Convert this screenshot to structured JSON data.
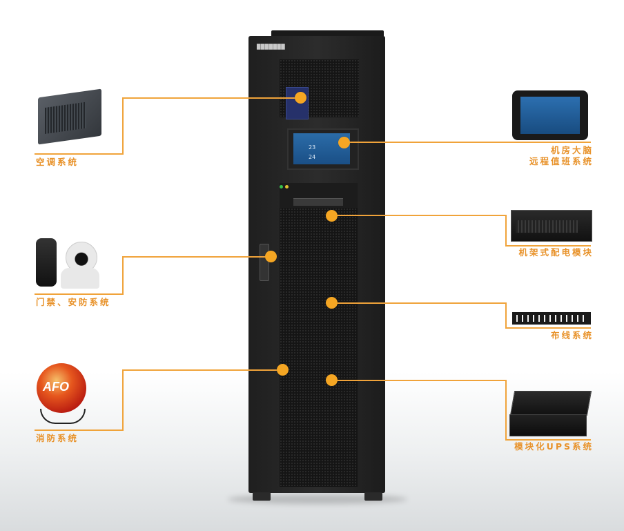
{
  "cabinet": {
    "brand": "███████"
  },
  "screen": {
    "v1": "23",
    "v2": "24"
  },
  "labels": {
    "ac": "空调系统",
    "access": "门禁、安防系统",
    "fire": "消防系统",
    "brain_line1": "机房大脑",
    "brain_line2": "远程值班系统",
    "pdu": "机架式配电模块",
    "cabling": "布线系统",
    "ups": "模块化UPS系统"
  },
  "fire_logo": "AFO",
  "colors": {
    "accent": "#f5a623",
    "line": "#f0a33a",
    "label": "#e8922a",
    "cabinet": "#1f1f1f"
  }
}
